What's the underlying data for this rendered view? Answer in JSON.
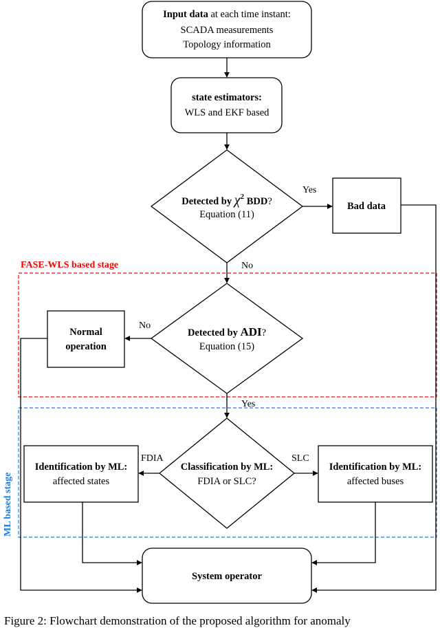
{
  "nodes": {
    "input": {
      "bold": "Input data",
      "rest": " at each time instant:",
      "line2": "SCADA measurements",
      "line3": "Topology information"
    },
    "estimators": {
      "line1": "state estimators:",
      "line2": "WLS and EKF based"
    },
    "chi2": {
      "prefix": "Detected by ",
      "chi": "χ",
      "sup": "2",
      "suffix": " BDD",
      "q": "?",
      "line2": "Equation (11)"
    },
    "bad_data": {
      "label": "Bad data"
    },
    "adi": {
      "prefix": "Detected by ",
      "adi": "ADI",
      "q": "?",
      "line2": "Equation (15)"
    },
    "normal": {
      "line1": "Normal",
      "line2": "operation"
    },
    "classify": {
      "line1": "Classification by ML:",
      "line2": "FDIA or SLC?"
    },
    "id_states": {
      "line1": "Identification by ML:",
      "line2": "affected states"
    },
    "id_buses": {
      "line1": "Identification by ML:",
      "line2": "affected buses"
    },
    "operator": {
      "label": "System operator"
    }
  },
  "edges": {
    "chi2_yes": "Yes",
    "chi2_no": "No",
    "adi_no": "No",
    "adi_yes": "Yes",
    "fdia": "FDIA",
    "slc": "SLC"
  },
  "stages": {
    "fase": {
      "label": "FASE-WLS based stage",
      "color": "#ff0000"
    },
    "ml": {
      "label": "ML based stage",
      "color": "#1e7be6"
    }
  },
  "caption": "Figure 2: Flowchart demonstration of the proposed algorithm for anomaly"
}
